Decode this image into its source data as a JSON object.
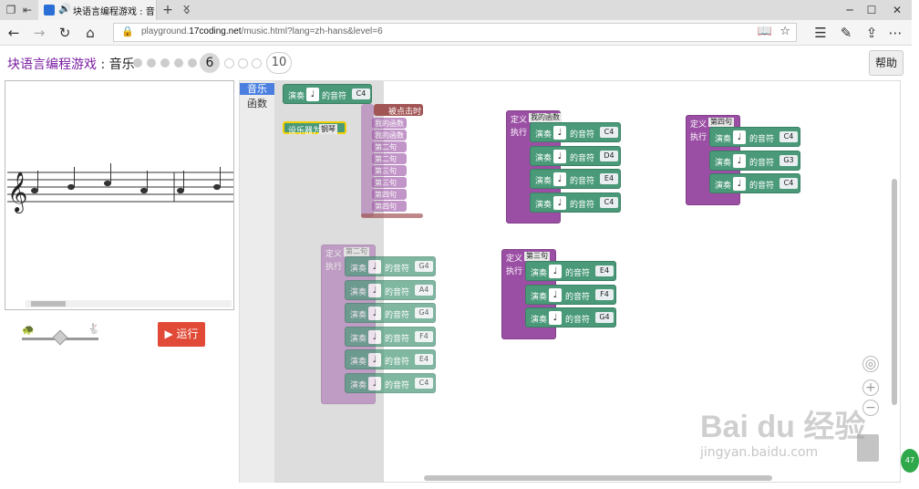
{
  "browser": {
    "tab_title": "块语言编程游戏 : 音",
    "url_prefix": "playground.",
    "url_domain": "17coding.net",
    "url_rest": "/music.html?lang=zh-hans&level=6",
    "new_tab": "+",
    "tab_list": "⌄"
  },
  "header": {
    "title_prefix": "块语言编程游戏",
    "title_sep": " : ",
    "title_suffix": "音乐",
    "current_level": "6",
    "max_level": "10",
    "help_label": "帮助"
  },
  "controls": {
    "run_label": "运行",
    "speed_level": 0.5
  },
  "toolbox": {
    "cat_music": "音乐",
    "cat_func": "函数"
  },
  "labels": {
    "play": "演奏",
    "note_of": "的音符",
    "define": "定义",
    "do": "执行",
    "set_instrument": "设乐器为",
    "instrument": "钢琴",
    "when_clicked": "被点击时"
  },
  "flyout_funcs": [
    "我的函数",
    "我的函数",
    "第二句",
    "第二句",
    "第三句",
    "第三句",
    "第四句",
    "第四句"
  ],
  "flyout_play": {
    "pitch": "C4"
  },
  "functions": [
    {
      "name": "我的函数",
      "notes": [
        "C4",
        "D4",
        "E4",
        "C4"
      ]
    },
    {
      "name": "第四句",
      "notes": [
        "C4",
        "G3",
        "C4"
      ]
    },
    {
      "name": "第三句",
      "notes": [
        "E4",
        "F4",
        "G4"
      ]
    },
    {
      "name": "第二句",
      "notes": [
        "G4",
        "A4",
        "G4",
        "F4",
        "E4",
        "C4"
      ]
    }
  ],
  "watermark": {
    "big": "Bai du 经验",
    "small": "jingyan.baidu.com"
  },
  "badge": "47"
}
